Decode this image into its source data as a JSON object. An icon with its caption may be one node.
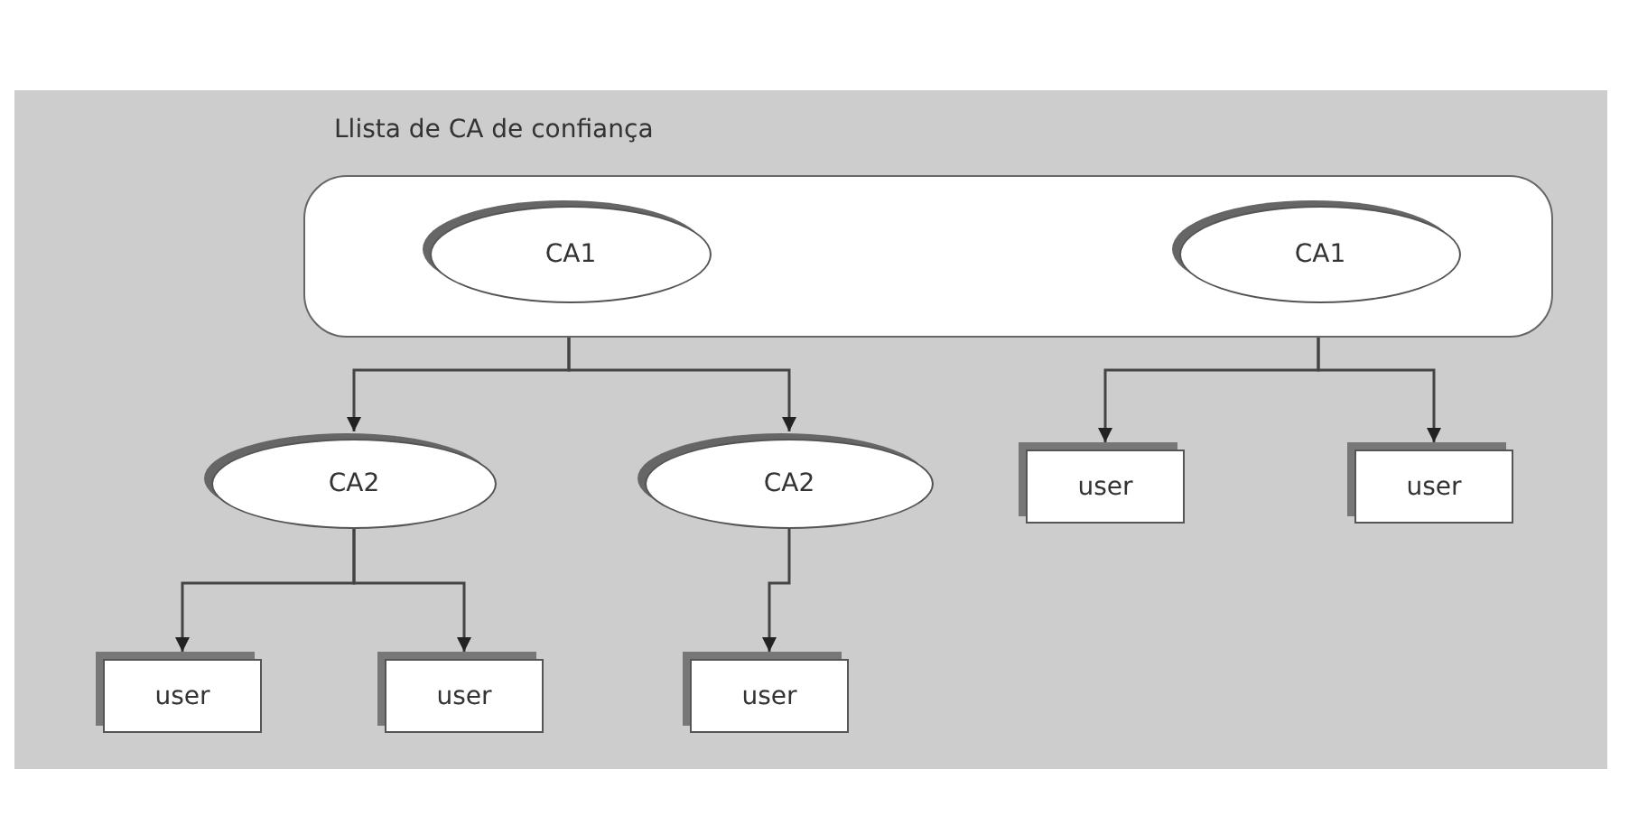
{
  "diagram": {
    "nodes": [
      {
        "text": [
          "Llista de CA de confiança"
        ]
      },
      {
        "text": [
          "CA1"
        ],
        "in": 0
      },
      {
        "text": [
          "CA1"
        ],
        "in": 0
      },
      {
        "text": [
          "CA2"
        ]
      },
      {
        "text": [
          "CA2"
        ]
      },
      {
        "text": [
          "user"
        ]
      },
      {
        "text": [
          "user"
        ]
      },
      {
        "text": [
          "user"
        ]
      },
      {
        "text": [
          "user"
        ]
      },
      {
        "text": [
          "user"
        ]
      }
    ],
    "edges": [
      {
        "from": 1,
        "to": 3,
        "arrow": "to"
      },
      {
        "from": 1,
        "to": 4,
        "arrow": "to"
      },
      {
        "from": 2,
        "to": 5,
        "arrow": "to"
      },
      {
        "from": 2,
        "to": 6,
        "arrow": "to"
      },
      {
        "from": 3,
        "to": 7,
        "arrow": "to"
      },
      {
        "from": 3,
        "to": 8,
        "arrow": "to"
      },
      {
        "from": 4,
        "to": 9,
        "arrow": "to"
      }
    ]
  }
}
